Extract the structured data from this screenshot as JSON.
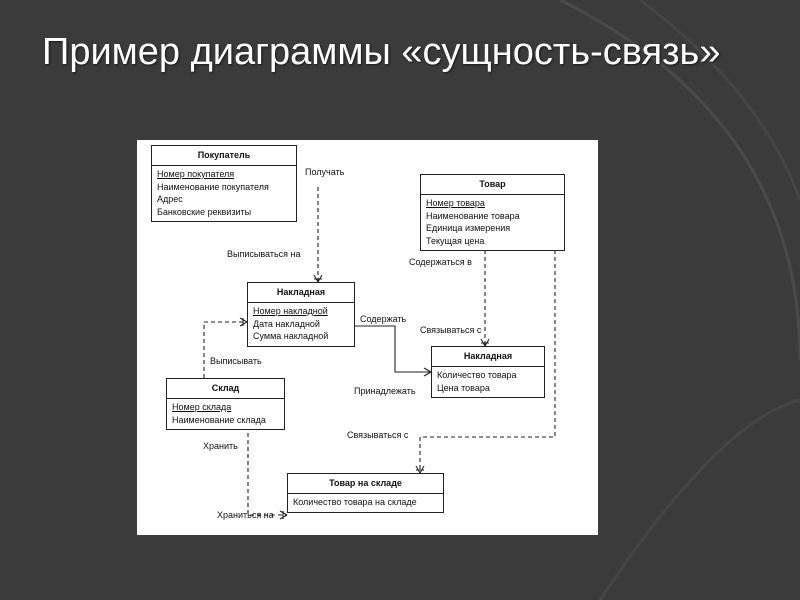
{
  "title": "Пример диаграммы «сущность-связь»",
  "entities": {
    "pokupatel": {
      "name": "Покупатель",
      "attributes": [
        "Номер покупателя",
        "Наименование покупателя",
        "Адрес",
        "Банковские реквизиты"
      ]
    },
    "tovar": {
      "name": "Товар",
      "attributes": [
        "Номер товара",
        "Наименование товара",
        "Единица измерения",
        "Текущая цена"
      ]
    },
    "nakladnaya": {
      "name": "Накладная",
      "attributes": [
        "Номер накладной",
        "Дата накладной",
        "Сумма накладной"
      ]
    },
    "nakladnaya_line": {
      "name": "Накладная",
      "attributes": [
        "Количество товара",
        "Цена товара"
      ]
    },
    "sklad": {
      "name": "Склад",
      "attributes": [
        "Номер склада",
        "Наименование склада"
      ]
    },
    "tovar_na_sklade": {
      "name": "Товар на складе",
      "attributes": [
        "Количество товара на складе"
      ]
    }
  },
  "relationships": {
    "poluchat": "Получать",
    "vypisyvatsya_na": "Выписываться на",
    "soderzhatsya_v": "Содержаться в",
    "soderzhat": "Содержать",
    "svyazyvatsya_s_1": "Связываться с",
    "vypisyvat": "Выписывать",
    "prinadlezhat": "Принадлежать",
    "svyazyvatsya_s_2": "Связываться с",
    "hranit": "Хранить",
    "hranitsya_na": "Храниться на"
  },
  "colors": {
    "background": "#3b3b3b",
    "title": "#ffffff",
    "panel": "#ffffff",
    "line": "#222222"
  }
}
